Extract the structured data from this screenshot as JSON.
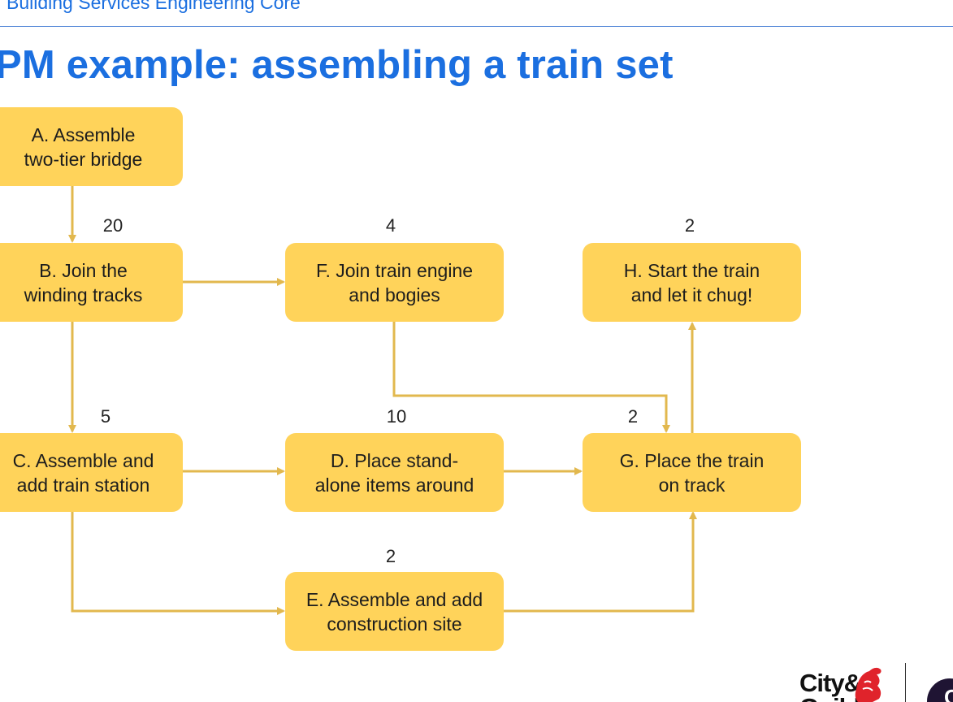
{
  "header": {
    "text": "Building Services Engineering Core"
  },
  "title": "PM example: assembling a train set",
  "nodes": {
    "A": {
      "label": "A. Assemble\ntwo-tier bridge"
    },
    "B": {
      "label": "B. Join the\nwinding tracks"
    },
    "C": {
      "label": "C. Assemble and\nadd train station"
    },
    "D": {
      "label": "D. Place stand-\nalone items around"
    },
    "E": {
      "label": "E. Assemble and add\nconstruction site"
    },
    "F": {
      "label": "F. Join train engine\nand bogies"
    },
    "G": {
      "label": "G. Place the train\non track"
    },
    "H": {
      "label": "H. Start the train\nand let it chug!"
    }
  },
  "durations": {
    "B": "20",
    "C": "5",
    "D": "10",
    "E": "2",
    "F": "4",
    "G": "2",
    "H": "2"
  },
  "edges": [
    {
      "from": "A",
      "to": "B"
    },
    {
      "from": "B",
      "to": "F"
    },
    {
      "from": "B",
      "to": "C"
    },
    {
      "from": "C",
      "to": "D"
    },
    {
      "from": "C",
      "to": "E"
    },
    {
      "from": "D",
      "to": "G"
    },
    {
      "from": "F",
      "to": "G"
    },
    {
      "from": "E",
      "to": "G"
    },
    {
      "from": "G",
      "to": "H"
    }
  ],
  "logo": {
    "text": "City&\nGuilds",
    "brand_color": "#e0232b"
  },
  "colors": {
    "node_fill": "#ffd35a",
    "arrow": "#e2b84e",
    "title": "#1b6fe0"
  },
  "badge": {
    "text": "C"
  }
}
